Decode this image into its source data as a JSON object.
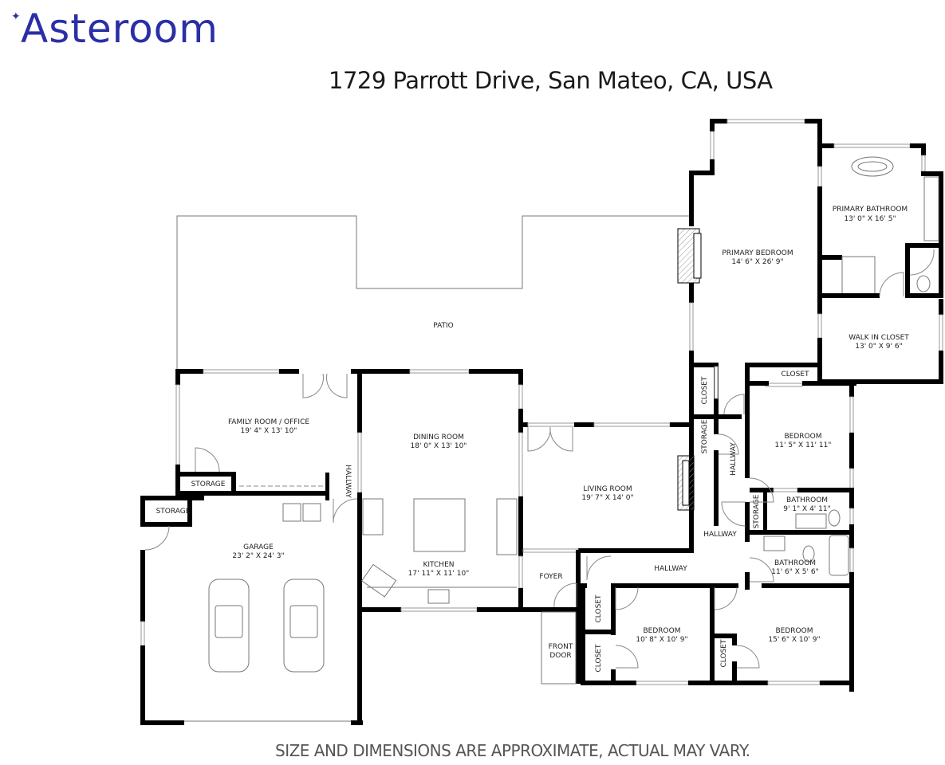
{
  "brand": {
    "logo_text": "Asteroom",
    "logo_star": "✦",
    "color": "#2a2fa6"
  },
  "header": {
    "address": "1729 Parrott Drive, San Mateo, CA, USA"
  },
  "footer": {
    "disclaimer": "SIZE AND DIMENSIONS ARE APPROXIMATE, ACTUAL MAY VARY."
  },
  "rooms": {
    "patio": {
      "name": "PATIO"
    },
    "primary_bedroom": {
      "name": "PRIMARY BEDROOM",
      "dims": "14' 6\" X 26' 9\""
    },
    "primary_bathroom": {
      "name": "PRIMARY BATHROOM",
      "dims": "13' 0\" X 16' 5\""
    },
    "walk_in_closet": {
      "name": "WALK IN CLOSET",
      "dims": "13' 0\" X 9' 6\""
    },
    "family_room": {
      "name": "FAMILY ROOM / OFFICE",
      "dims": "19' 4\" X 13' 10\""
    },
    "dining_room": {
      "name": "DINING ROOM",
      "dims": "18' 0\" X 13' 10\""
    },
    "kitchen": {
      "name": "KITCHEN",
      "dims": "17' 11\" X 11' 10\""
    },
    "living_room": {
      "name": "LIVING ROOM",
      "dims": "19' 7\" X 14' 0\""
    },
    "garage": {
      "name": "GARAGE",
      "dims": "23' 2\" X 24' 3\""
    },
    "bedroom_2": {
      "name": "BEDROOM",
      "dims": "11' 5\" X  11' 11\""
    },
    "bathroom_2": {
      "name": "BATHROOM",
      "dims": "9' 1\" X 4' 11\""
    },
    "bathroom_3": {
      "name": "BATHROOM",
      "dims": "11' 6\" X 5' 6\""
    },
    "bedroom_3": {
      "name": "BEDROOM",
      "dims": "10' 8\" X 10' 9\""
    },
    "bedroom_4": {
      "name": "BEDROOM",
      "dims": "15' 6\" X 10' 9\""
    },
    "foyer": {
      "name": "FOYER"
    },
    "front_door": {
      "line1": "FRONT",
      "line2": "DOOR"
    },
    "hallway_west": {
      "name": "HALLWAY"
    },
    "hallway_east_vertical": {
      "name": "HALLWAY"
    },
    "hallway_east": {
      "name": "HALLWAY"
    },
    "hallway_south": {
      "name": "HALLWAY"
    },
    "closet_top": {
      "name": "CLOSET"
    },
    "closet_vertical_1": {
      "name": "CLOSET"
    },
    "closet_vertical_2": {
      "name": "CLOSET"
    },
    "closet_vertical_3": {
      "name": "CLOSET"
    },
    "closet_vertical_4": {
      "name": "CLOSET"
    },
    "storage_family": {
      "name": "STORAGE"
    },
    "storage_garage": {
      "name": "STORAGE"
    },
    "storage_hall_1": {
      "name": "STORAGE"
    },
    "storage_hall_2": {
      "name": "STORAGE"
    }
  }
}
